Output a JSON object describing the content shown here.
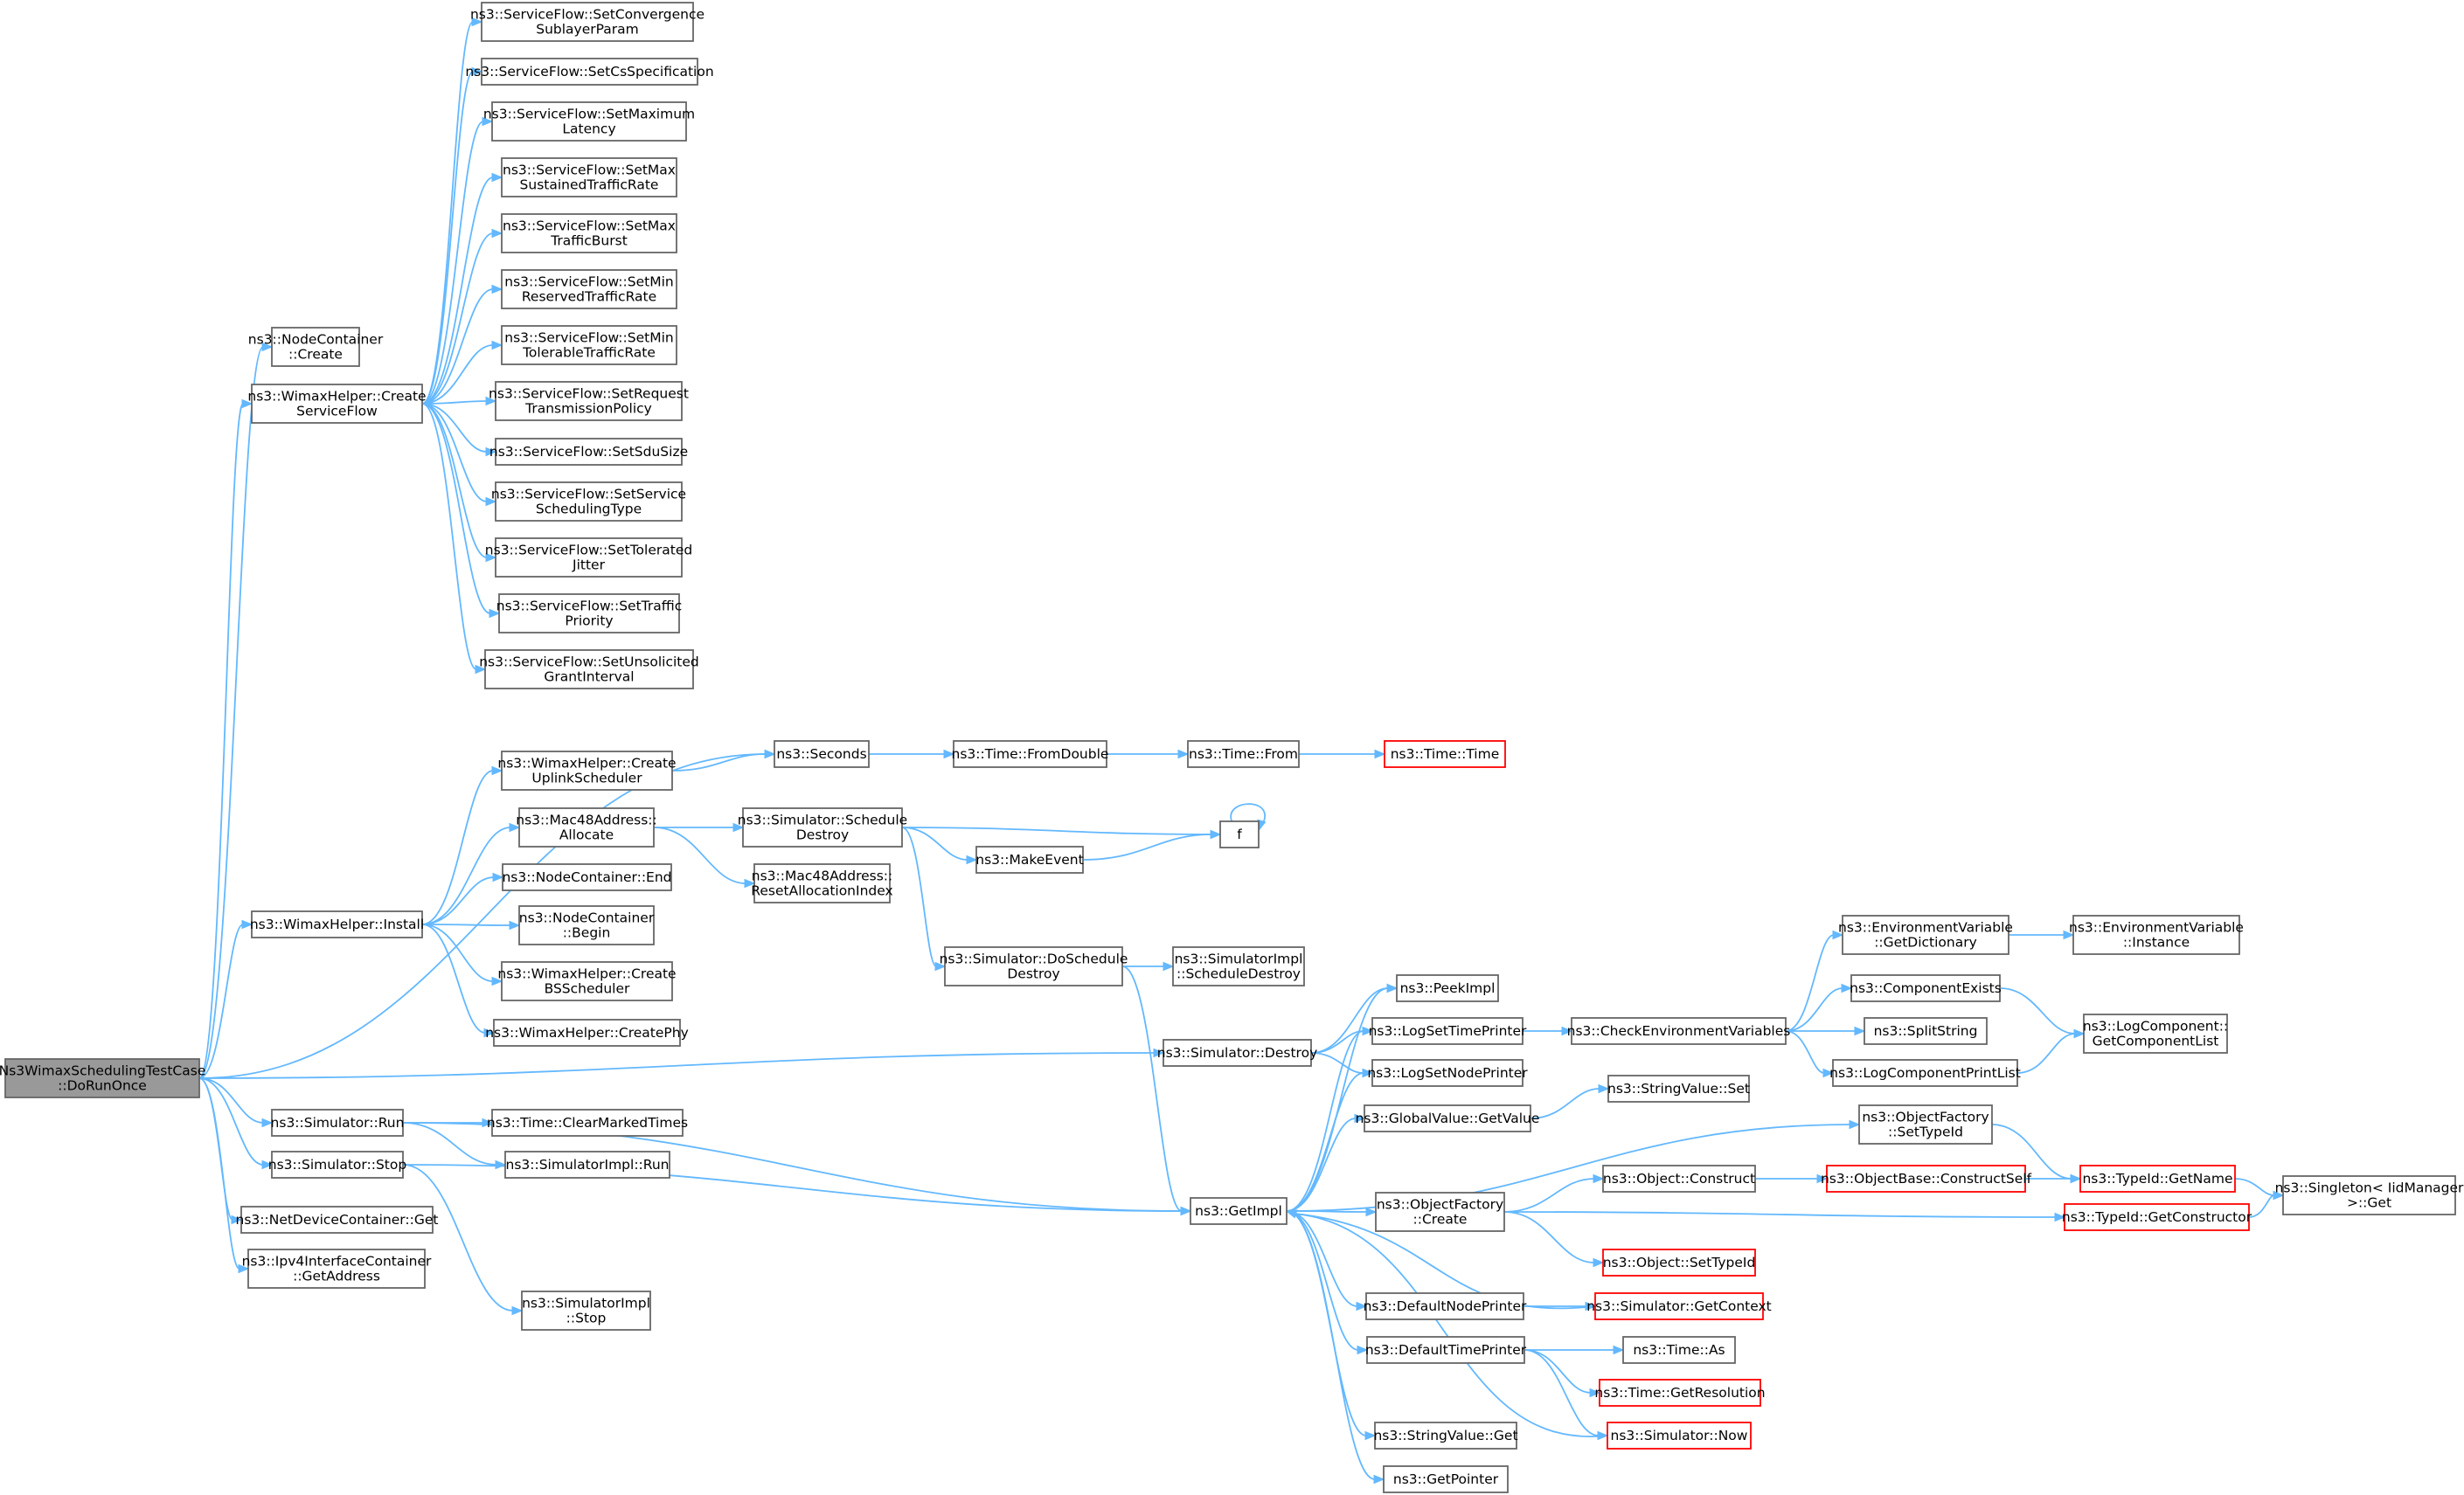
{
  "colors": {
    "edge": "#63b8ff",
    "node_border": "#666666",
    "node_fill": "#ffffff",
    "root_fill": "#999999",
    "truncated_border": "#ff0000"
  },
  "nodes": {
    "root": {
      "lines": [
        "Ns3WimaxSchedulingTestCase",
        "::DoRunOnce"
      ],
      "style": "root"
    },
    "nc_create": {
      "lines": [
        "ns3::NodeContainer",
        "::Create"
      ]
    },
    "wh_csf": {
      "lines": [
        "ns3::WimaxHelper::Create",
        "ServiceFlow"
      ]
    },
    "sf_conv": {
      "lines": [
        "ns3::ServiceFlow::SetConvergence",
        "SublayerParam"
      ]
    },
    "sf_cs": {
      "lines": [
        "ns3::ServiceFlow::SetCsSpecification"
      ]
    },
    "sf_maxlat": {
      "lines": [
        "ns3::ServiceFlow::SetMaximum",
        "Latency"
      ]
    },
    "sf_maxsus": {
      "lines": [
        "ns3::ServiceFlow::SetMax",
        "SustainedTrafficRate"
      ]
    },
    "sf_maxburst": {
      "lines": [
        "ns3::ServiceFlow::SetMax",
        "TrafficBurst"
      ]
    },
    "sf_minres": {
      "lines": [
        "ns3::ServiceFlow::SetMin",
        "ReservedTrafficRate"
      ]
    },
    "sf_mintol": {
      "lines": [
        "ns3::ServiceFlow::SetMin",
        "TolerableTrafficRate"
      ]
    },
    "sf_req": {
      "lines": [
        "ns3::ServiceFlow::SetRequest",
        "TransmissionPolicy"
      ]
    },
    "sf_sdu": {
      "lines": [
        "ns3::ServiceFlow::SetSduSize"
      ]
    },
    "sf_svc": {
      "lines": [
        "ns3::ServiceFlow::SetService",
        "SchedulingType"
      ]
    },
    "sf_jit": {
      "lines": [
        "ns3::ServiceFlow::SetTolerated",
        "Jitter"
      ]
    },
    "sf_prio": {
      "lines": [
        "ns3::ServiceFlow::SetTraffic",
        "Priority"
      ]
    },
    "sf_ugi": {
      "lines": [
        "ns3::ServiceFlow::SetUnsolicited",
        "GrantInterval"
      ]
    },
    "seconds": {
      "lines": [
        "ns3::Seconds"
      ]
    },
    "time_fd": {
      "lines": [
        "ns3::Time::FromDouble"
      ]
    },
    "time_from": {
      "lines": [
        "ns3::Time::From"
      ]
    },
    "time_time": {
      "lines": [
        "ns3::Time::Time"
      ],
      "style": "red"
    },
    "wh_cus": {
      "lines": [
        "ns3::WimaxHelper::Create",
        "UplinkScheduler"
      ]
    },
    "mac_alloc": {
      "lines": [
        "ns3::Mac48Address::",
        "Allocate"
      ]
    },
    "sim_sd": {
      "lines": [
        "ns3::Simulator::Schedule",
        "Destroy"
      ]
    },
    "f": {
      "lines": [
        "f"
      ]
    },
    "make_event": {
      "lines": [
        "ns3::MakeEvent"
      ]
    },
    "mac_reset": {
      "lines": [
        "ns3::Mac48Address::",
        "ResetAllocationIndex"
      ]
    },
    "nc_end": {
      "lines": [
        "ns3::NodeContainer::End"
      ]
    },
    "nc_begin": {
      "lines": [
        "ns3::NodeContainer",
        "::Begin"
      ]
    },
    "wh_install": {
      "lines": [
        "ns3::WimaxHelper::Install"
      ]
    },
    "wh_cbs": {
      "lines": [
        "ns3::WimaxHelper::Create",
        "BSScheduler"
      ]
    },
    "wh_phy": {
      "lines": [
        "ns3::WimaxHelper::CreatePhy"
      ]
    },
    "sim_dsd": {
      "lines": [
        "ns3::Simulator::DoSchedule",
        "Destroy"
      ]
    },
    "simimpl_sd": {
      "lines": [
        "ns3::SimulatorImpl",
        "::ScheduleDestroy"
      ]
    },
    "peekimpl": {
      "lines": [
        "ns3::PeekImpl"
      ]
    },
    "sim_destroy": {
      "lines": [
        "ns3::Simulator::Destroy"
      ]
    },
    "log_stp": {
      "lines": [
        "ns3::LogSetTimePrinter"
      ]
    },
    "log_snp": {
      "lines": [
        "ns3::LogSetNodePrinter"
      ]
    },
    "check_env": {
      "lines": [
        "ns3::CheckEnvironmentVariables"
      ]
    },
    "env_getdict": {
      "lines": [
        "ns3::EnvironmentVariable",
        "::GetDictionary"
      ]
    },
    "env_instance": {
      "lines": [
        "ns3::EnvironmentVariable",
        "::Instance"
      ]
    },
    "comp_exists": {
      "lines": [
        "ns3::ComponentExists"
      ]
    },
    "split_string": {
      "lines": [
        "ns3::SplitString"
      ]
    },
    "log_cpl": {
      "lines": [
        "ns3::LogComponentPrintList"
      ]
    },
    "lc_gcl": {
      "lines": [
        "ns3::LogComponent::",
        "GetComponentList"
      ]
    },
    "gv_getvalue": {
      "lines": [
        "ns3::GlobalValue::GetValue"
      ]
    },
    "sv_set": {
      "lines": [
        "ns3::StringValue::Set"
      ]
    },
    "sim_run": {
      "lines": [
        "ns3::Simulator::Run"
      ]
    },
    "time_cmt": {
      "lines": [
        "ns3::Time::ClearMarkedTimes"
      ]
    },
    "simimpl_run": {
      "lines": [
        "ns3::SimulatorImpl::Run"
      ]
    },
    "sim_stop": {
      "lines": [
        "ns3::Simulator::Stop"
      ]
    },
    "getimpl": {
      "lines": [
        "ns3::GetImpl"
      ]
    },
    "of_settypeid": {
      "lines": [
        "ns3::ObjectFactory",
        "::SetTypeId"
      ]
    },
    "of_create": {
      "lines": [
        "ns3::ObjectFactory",
        "::Create"
      ]
    },
    "obj_construct": {
      "lines": [
        "ns3::Object::Construct"
      ]
    },
    "objbase_cs": {
      "lines": [
        "ns3::ObjectBase::ConstructSelf"
      ],
      "style": "red"
    },
    "typeid_getname": {
      "lines": [
        "ns3::TypeId::GetName"
      ],
      "style": "red"
    },
    "singleton_get": {
      "lines": [
        "ns3::Singleton< IidManager",
        ">::Get"
      ]
    },
    "typeid_getctor": {
      "lines": [
        "ns3::TypeId::GetConstructor"
      ],
      "style": "red"
    },
    "obj_settypeid": {
      "lines": [
        "ns3::Object::SetTypeId"
      ],
      "style": "red"
    },
    "ndc_get": {
      "lines": [
        "ns3::NetDeviceContainer::Get"
      ]
    },
    "ipv4_getaddr": {
      "lines": [
        "ns3::Ipv4InterfaceContainer",
        "::GetAddress"
      ]
    },
    "simimpl_stop": {
      "lines": [
        "ns3::SimulatorImpl",
        "::Stop"
      ]
    },
    "default_np": {
      "lines": [
        "ns3::DefaultNodePrinter"
      ]
    },
    "sim_getctx": {
      "lines": [
        "ns3::Simulator::GetContext"
      ],
      "style": "red"
    },
    "default_tp": {
      "lines": [
        "ns3::DefaultTimePrinter"
      ]
    },
    "time_as": {
      "lines": [
        "ns3::Time::As"
      ]
    },
    "time_getres": {
      "lines": [
        "ns3::Time::GetResolution"
      ],
      "style": "red"
    },
    "sim_now": {
      "lines": [
        "ns3::Simulator::Now"
      ],
      "style": "red"
    },
    "sv_get": {
      "lines": [
        "ns3::StringValue::Get"
      ]
    },
    "getpointer": {
      "lines": [
        "ns3::GetPointer"
      ]
    }
  },
  "edges": [
    [
      "root",
      "nc_create"
    ],
    [
      "root",
      "wh_csf"
    ],
    [
      "root",
      "seconds"
    ],
    [
      "root",
      "wh_install"
    ],
    [
      "root",
      "sim_destroy"
    ],
    [
      "root",
      "sim_run"
    ],
    [
      "root",
      "sim_stop"
    ],
    [
      "root",
      "ndc_get"
    ],
    [
      "root",
      "ipv4_getaddr"
    ],
    [
      "wh_csf",
      "sf_conv"
    ],
    [
      "wh_csf",
      "sf_cs"
    ],
    [
      "wh_csf",
      "sf_maxlat"
    ],
    [
      "wh_csf",
      "sf_maxsus"
    ],
    [
      "wh_csf",
      "sf_maxburst"
    ],
    [
      "wh_csf",
      "sf_minres"
    ],
    [
      "wh_csf",
      "sf_mintol"
    ],
    [
      "wh_csf",
      "sf_req"
    ],
    [
      "wh_csf",
      "sf_sdu"
    ],
    [
      "wh_csf",
      "sf_svc"
    ],
    [
      "wh_csf",
      "sf_jit"
    ],
    [
      "wh_csf",
      "sf_prio"
    ],
    [
      "wh_csf",
      "sf_ugi"
    ],
    [
      "seconds",
      "time_fd"
    ],
    [
      "time_fd",
      "time_from"
    ],
    [
      "time_from",
      "time_time"
    ],
    [
      "wh_install",
      "wh_cus"
    ],
    [
      "wh_install",
      "mac_alloc"
    ],
    [
      "wh_install",
      "nc_end"
    ],
    [
      "wh_install",
      "nc_begin"
    ],
    [
      "wh_install",
      "wh_cbs"
    ],
    [
      "wh_install",
      "wh_phy"
    ],
    [
      "wh_cus",
      "seconds"
    ],
    [
      "mac_alloc",
      "sim_sd"
    ],
    [
      "mac_alloc",
      "mac_reset"
    ],
    [
      "sim_sd",
      "f"
    ],
    [
      "sim_sd",
      "make_event"
    ],
    [
      "sim_sd",
      "sim_dsd"
    ],
    [
      "make_event",
      "f"
    ],
    [
      "f",
      "f"
    ],
    [
      "sim_dsd",
      "simimpl_sd"
    ],
    [
      "sim_dsd",
      "getimpl"
    ],
    [
      "sim_destroy",
      "peekimpl"
    ],
    [
      "sim_destroy",
      "log_stp"
    ],
    [
      "sim_destroy",
      "log_snp"
    ],
    [
      "log_stp",
      "check_env"
    ],
    [
      "check_env",
      "env_getdict"
    ],
    [
      "check_env",
      "comp_exists"
    ],
    [
      "check_env",
      "split_string"
    ],
    [
      "check_env",
      "log_cpl"
    ],
    [
      "env_getdict",
      "env_instance"
    ],
    [
      "comp_exists",
      "lc_gcl"
    ],
    [
      "log_cpl",
      "lc_gcl"
    ],
    [
      "gv_getvalue",
      "sv_set"
    ],
    [
      "sim_run",
      "time_cmt"
    ],
    [
      "sim_run",
      "simimpl_run"
    ],
    [
      "sim_run",
      "getimpl"
    ],
    [
      "sim_stop",
      "getimpl"
    ],
    [
      "sim_stop",
      "simimpl_stop"
    ],
    [
      "getimpl",
      "peekimpl"
    ],
    [
      "getimpl",
      "log_stp"
    ],
    [
      "getimpl",
      "log_snp"
    ],
    [
      "getimpl",
      "gv_getvalue"
    ],
    [
      "getimpl",
      "of_settypeid"
    ],
    [
      "getimpl",
      "of_create"
    ],
    [
      "getimpl",
      "default_np"
    ],
    [
      "getimpl",
      "default_tp"
    ],
    [
      "getimpl",
      "sv_get"
    ],
    [
      "getimpl",
      "getpointer"
    ],
    [
      "of_settypeid",
      "typeid_getname"
    ],
    [
      "of_create",
      "obj_construct"
    ],
    [
      "of_create",
      "typeid_getctor"
    ],
    [
      "of_create",
      "obj_settypeid"
    ],
    [
      "obj_construct",
      "objbase_cs"
    ],
    [
      "objbase_cs",
      "typeid_getname"
    ],
    [
      "typeid_getname",
      "singleton_get"
    ],
    [
      "typeid_getctor",
      "singleton_get"
    ],
    [
      "default_np",
      "sim_getctx"
    ],
    [
      "sim_getctx",
      "getimpl"
    ],
    [
      "default_tp",
      "time_as"
    ],
    [
      "default_tp",
      "time_getres"
    ],
    [
      "default_tp",
      "sim_now"
    ],
    [
      "sim_now",
      "getimpl"
    ]
  ]
}
